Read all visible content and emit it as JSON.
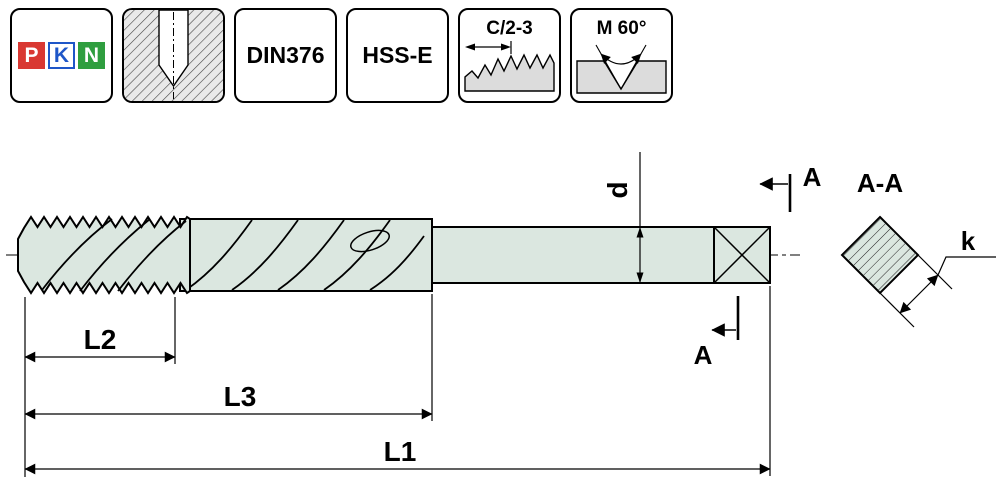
{
  "badges": {
    "logo": {
      "letters": [
        {
          "char": "P",
          "fg": "#ffffff",
          "bg": "#d93832"
        },
        {
          "char": "K",
          "fg": "#1e56c8",
          "bg": "#ffffff"
        },
        {
          "char": "N",
          "fg": "#ffffff",
          "bg": "#2f9e3f"
        }
      ]
    },
    "standard": "DIN376",
    "material": "HSS-E",
    "chamfer": "C/2-3",
    "thread_angle": "M 60°",
    "icons": {
      "hole": "blind-hole-section-icon",
      "chamfer": "chamfer-length-icon",
      "thread": "thread-profile-60deg-icon"
    }
  },
  "drawing": {
    "labels": {
      "d": "d",
      "L1": "L1",
      "L2": "L2",
      "L3": "L3",
      "section": "A",
      "section_view": "A-A",
      "k": "k"
    },
    "body_color": "#dbe7e0",
    "line_color": "#000000"
  }
}
